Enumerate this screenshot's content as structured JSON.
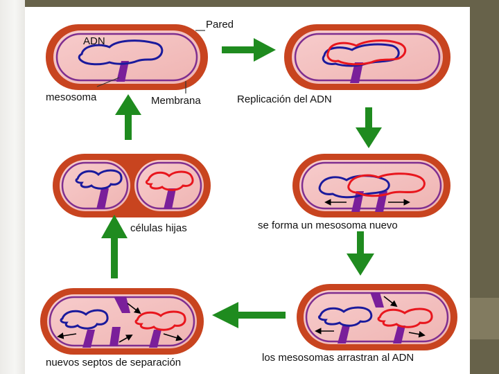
{
  "labels": {
    "pared": "Pared",
    "adn": "ADN",
    "mesosoma": "mesosoma",
    "membrana": "Membrana",
    "replicacion": "Replicación del ADN",
    "celulas_hijas": "células hijas",
    "nuevo_mesosoma": "se forma un mesosoma nuevo",
    "septos": "nuevos septos de separación",
    "arrastran": "los mesosomas arrastran al ADN"
  },
  "colors": {
    "cell_wall": "#c8441f",
    "cytoplasm": "#f4c2c2",
    "membrane": "#7f2e8f",
    "dna_original": "#1a1a9c",
    "dna_new": "#e8161d",
    "mesosome": "#7a1f9a",
    "flow_arrow": "#1f8b1f",
    "pointer_arrow": "#000000"
  }
}
